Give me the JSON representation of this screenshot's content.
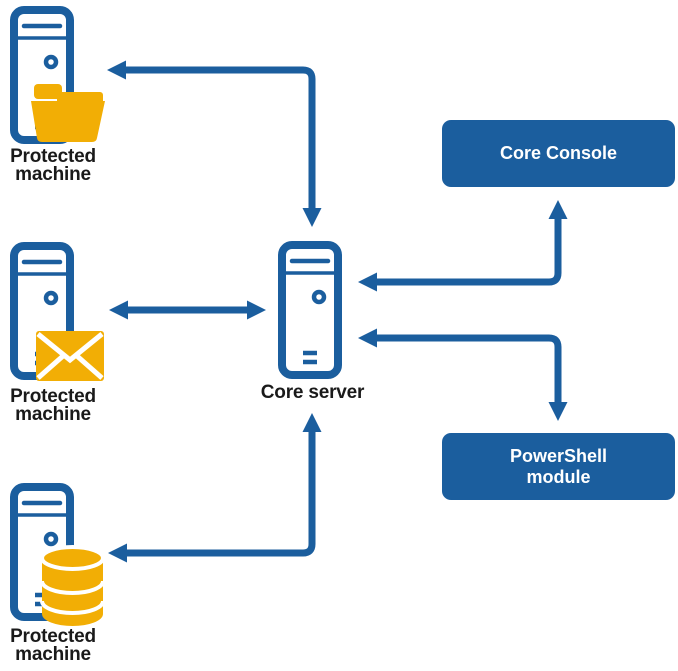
{
  "colors": {
    "primary_blue": "#1b5e9e",
    "accent_yellow": "#f2ae05",
    "label_text": "#1a1a1a",
    "box_text": "#ffffff",
    "background": "#ffffff"
  },
  "nodes": {
    "machine_top": {
      "label_line1": "Protected",
      "label_line2": "machine",
      "icon": "folder"
    },
    "machine_middle": {
      "label_line1": "Protected",
      "label_line2": "machine",
      "icon": "envelope"
    },
    "machine_bottom": {
      "label_line1": "Protected",
      "label_line2": "machine",
      "icon": "database"
    },
    "core_server": {
      "label": "Core server"
    },
    "core_console": {
      "label": "Core Console"
    },
    "powershell_module": {
      "label_line1": "PowerShell",
      "label_line2": "module"
    }
  },
  "connections": [
    {
      "from": "machine_top",
      "to": "core_server",
      "bidirectional": true,
      "shape": "elbow"
    },
    {
      "from": "machine_middle",
      "to": "core_server",
      "bidirectional": true,
      "shape": "straight"
    },
    {
      "from": "machine_bottom",
      "to": "core_server",
      "bidirectional": true,
      "shape": "elbow"
    },
    {
      "from": "core_console",
      "to": "core_server",
      "bidirectional": true,
      "shape": "elbow"
    },
    {
      "from": "powershell_module",
      "to": "core_server",
      "bidirectional": true,
      "shape": "elbow"
    }
  ]
}
